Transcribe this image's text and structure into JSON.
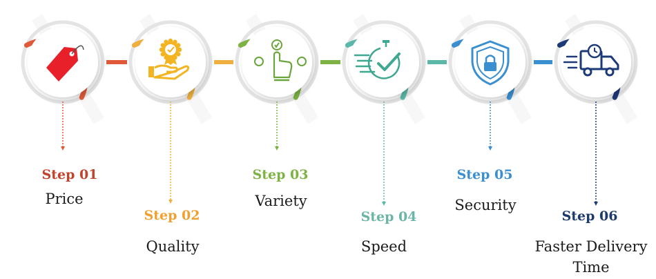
{
  "steps": [
    {
      "step": "Step 01",
      "name": "Price",
      "color": "#e05a3a",
      "icon": "price-tag-icon"
    },
    {
      "step": "Step 02",
      "name": "Quality",
      "color": "#f0b040",
      "icon": "quality-badge-hand-icon"
    },
    {
      "step": "Step 03",
      "name": "Variety",
      "color": "#7cb342",
      "icon": "choice-pointer-icon"
    },
    {
      "step": "Step 04",
      "name": "Speed",
      "color": "#5bb8a8",
      "icon": "stopwatch-check-icon"
    },
    {
      "step": "Step 05",
      "name": "Security",
      "color": "#3a8fd0",
      "icon": "security-shield-icon"
    },
    {
      "step": "Step 06",
      "name": "Faster Delivery Time",
      "color": "#1d3a78",
      "icon": "delivery-truck-icon"
    }
  ],
  "colors": {
    "price_red": "#e8202a",
    "quality_yellow": "#f2b420",
    "variety_green": "#6aa53c",
    "speed_teal": "#3fa890",
    "security_blue": "#3a8fd0",
    "delivery_navy": "#1d3a78"
  }
}
